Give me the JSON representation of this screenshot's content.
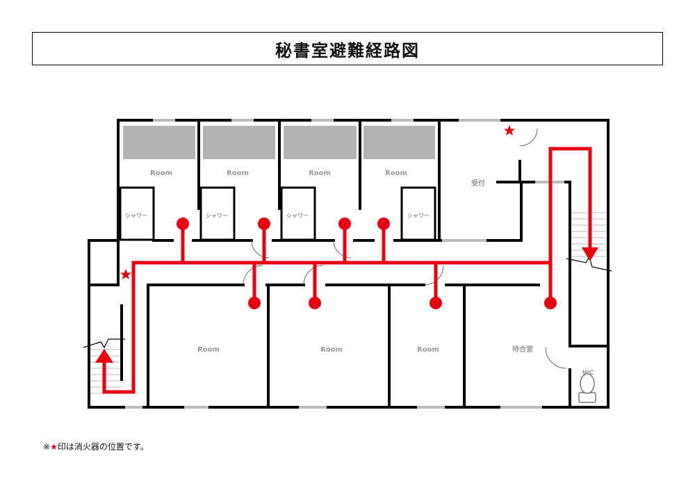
{
  "title": "秘書室避難経路図",
  "rooms": {
    "upper_room_label": "Room",
    "shower_label": "シャワー",
    "reception_label": "受付",
    "lower_room_label": "Room",
    "waiting_room_label": "待合室",
    "wc_label": "WC"
  },
  "footnote": {
    "prefix": "※",
    "star": "★",
    "text": "印は消火器の位置です。"
  },
  "colors": {
    "route": "#e60012",
    "wall": "#000000",
    "fixture": "#b3b3b3",
    "label": "#999999"
  },
  "legend": {
    "route_icon": "evacuation-route-arrow",
    "extinguisher_icon": "star-icon"
  }
}
